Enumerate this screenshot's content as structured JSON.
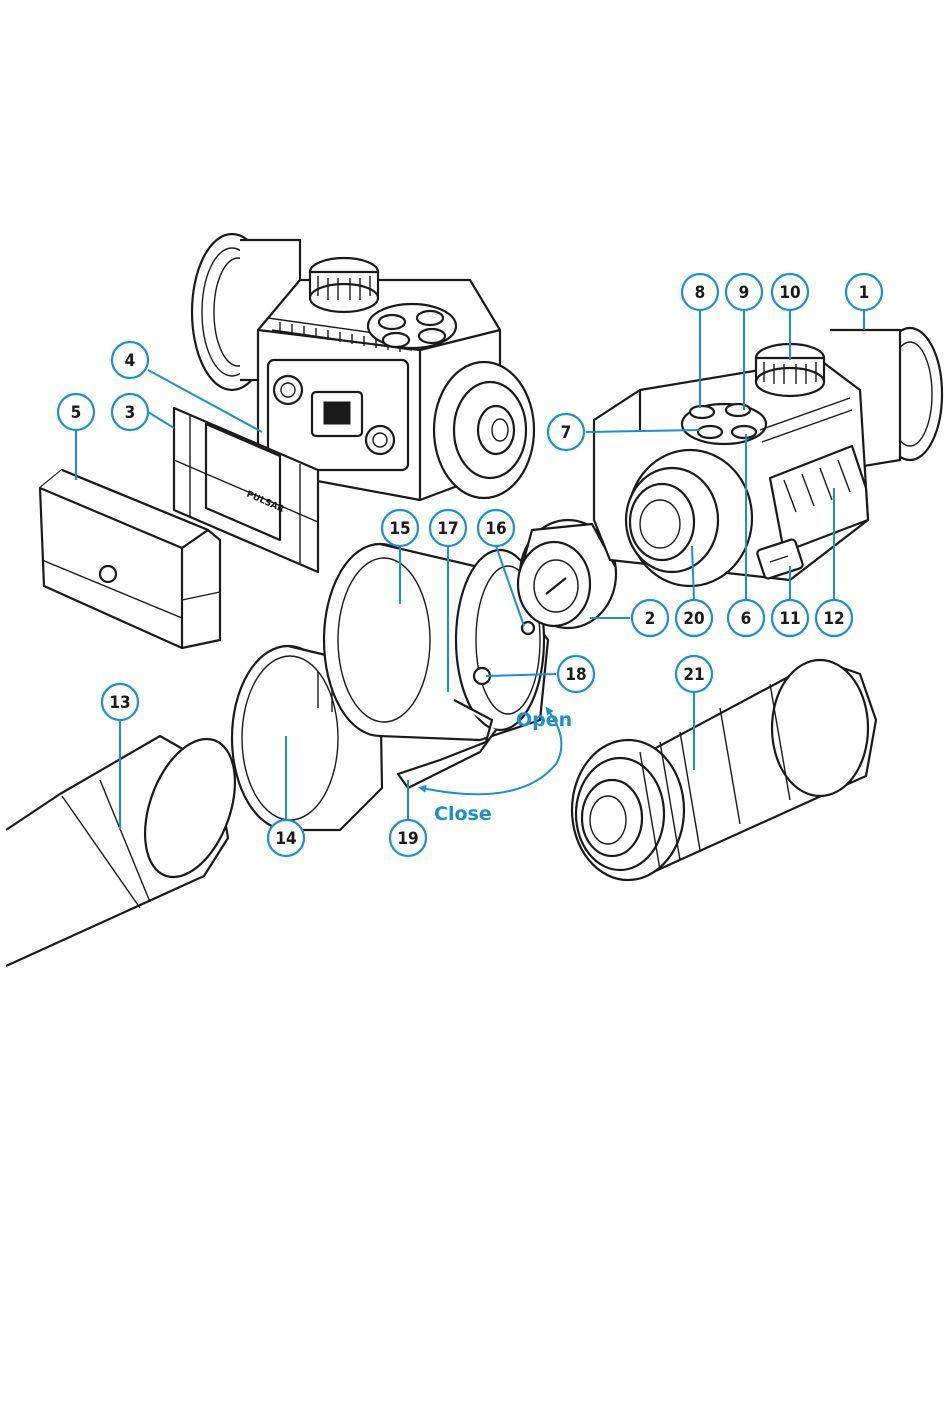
{
  "colors": {
    "accent": "#1a8fd1",
    "line": "#1a1a1a",
    "background": "#ffffff"
  },
  "callouts": [
    {
      "id": "c1",
      "label": "1"
    },
    {
      "id": "c2",
      "label": "2"
    },
    {
      "id": "c3",
      "label": "3"
    },
    {
      "id": "c4",
      "label": "4"
    },
    {
      "id": "c5",
      "label": "5"
    },
    {
      "id": "c6",
      "label": "6"
    },
    {
      "id": "c7",
      "label": "7"
    },
    {
      "id": "c8",
      "label": "8"
    },
    {
      "id": "c9",
      "label": "9"
    },
    {
      "id": "c10",
      "label": "10"
    },
    {
      "id": "c11",
      "label": "11"
    },
    {
      "id": "c12",
      "label": "12"
    },
    {
      "id": "c13",
      "label": "13"
    },
    {
      "id": "c14",
      "label": "14"
    },
    {
      "id": "c15",
      "label": "15"
    },
    {
      "id": "c16",
      "label": "16"
    },
    {
      "id": "c17",
      "label": "17"
    },
    {
      "id": "c18",
      "label": "18"
    },
    {
      "id": "c19",
      "label": "19"
    },
    {
      "id": "c20",
      "label": "20"
    },
    {
      "id": "c21",
      "label": "21"
    }
  ],
  "annotations": {
    "open": "Open",
    "close": "Close"
  },
  "branding": {
    "battery_logo": "PULSAR"
  }
}
